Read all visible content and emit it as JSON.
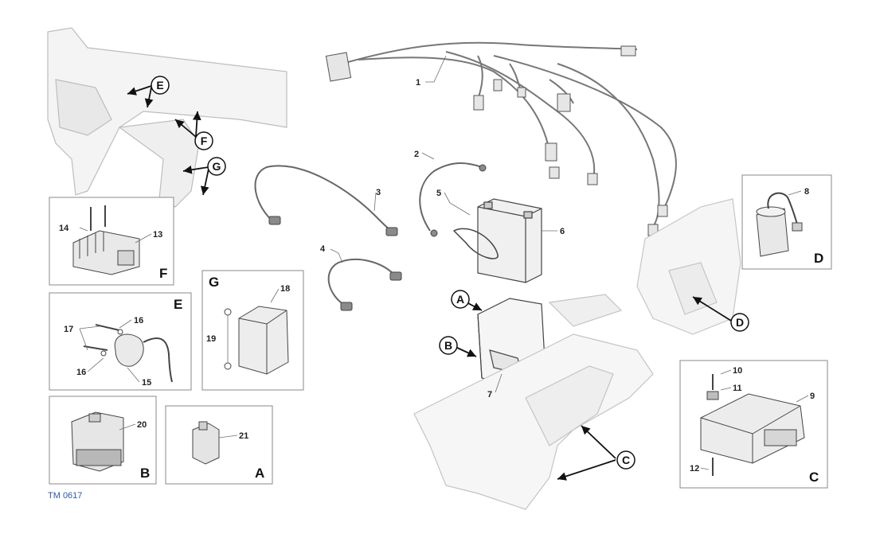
{
  "drawing": {
    "reference": "TM 0617",
    "part_numbers": [
      "1",
      "2",
      "3",
      "4",
      "5",
      "6",
      "7",
      "8",
      "9",
      "10",
      "11",
      "12",
      "13",
      "14",
      "15",
      "16",
      "16",
      "17",
      "18",
      "19",
      "20",
      "21"
    ],
    "detail_boxes": {
      "F": {
        "letter": "F",
        "parts": [
          "14",
          "13"
        ]
      },
      "E": {
        "letter": "E",
        "parts": [
          "17",
          "16",
          "16",
          "15"
        ]
      },
      "G": {
        "letter": "G",
        "parts": [
          "18",
          "19"
        ]
      },
      "B": {
        "letter": "B",
        "parts": [
          "20"
        ]
      },
      "A": {
        "letter": "A",
        "parts": [
          "21"
        ]
      },
      "D": {
        "letter": "D",
        "parts": [
          "8"
        ]
      },
      "C": {
        "letter": "C",
        "parts": [
          "10",
          "11",
          "9",
          "12"
        ]
      }
    },
    "callouts": {
      "E": "E",
      "F": "F",
      "G": "G",
      "A": "A",
      "B": "B",
      "C": "C",
      "D": "D"
    },
    "line_color": "#6f6f6f",
    "ref_color": "#2b5aa8"
  }
}
